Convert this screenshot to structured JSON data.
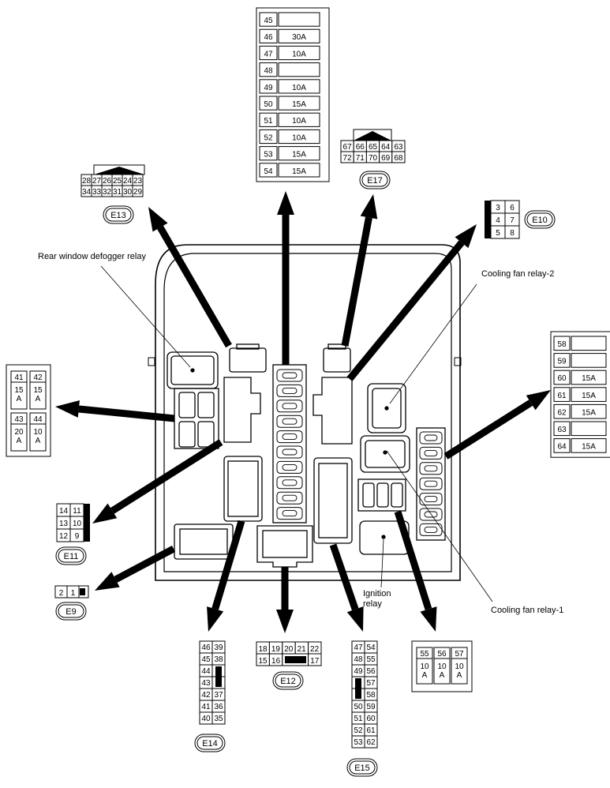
{
  "labels": {
    "rear_defogger": "Rear window defogger relay",
    "cooling_fan_2": "Cooling fan relay-2",
    "cooling_fan_1": "Cooling fan relay-1",
    "ignition_1": "Ignition",
    "ignition_2": "relay"
  },
  "connectors": {
    "e9": "E9",
    "e10": "E10",
    "e11": "E11",
    "e12": "E12",
    "e13": "E13",
    "e14": "E14",
    "e15": "E15",
    "e17": "E17"
  },
  "fuse_block_45_54": [
    {
      "no": "45",
      "amp": ""
    },
    {
      "no": "46",
      "amp": "30A"
    },
    {
      "no": "47",
      "amp": "10A"
    },
    {
      "no": "48",
      "amp": ""
    },
    {
      "no": "49",
      "amp": "10A"
    },
    {
      "no": "50",
      "amp": "15A"
    },
    {
      "no": "51",
      "amp": "10A"
    },
    {
      "no": "52",
      "amp": "10A"
    },
    {
      "no": "53",
      "amp": "15A"
    },
    {
      "no": "54",
      "amp": "15A"
    }
  ],
  "fuse_block_58_64": [
    {
      "no": "58",
      "amp": ""
    },
    {
      "no": "59",
      "amp": ""
    },
    {
      "no": "60",
      "amp": "15A"
    },
    {
      "no": "61",
      "amp": "15A"
    },
    {
      "no": "62",
      "amp": "15A"
    },
    {
      "no": "63",
      "amp": ""
    },
    {
      "no": "64",
      "amp": "15A"
    }
  ],
  "fusible_links_left": [
    {
      "no": "41",
      "amp": "15\nA"
    },
    {
      "no": "42",
      "amp": "15\nA"
    },
    {
      "no": "43",
      "amp": "20\nA"
    },
    {
      "no": "44",
      "amp": "10\nA"
    }
  ],
  "fusible_links_bottom": [
    {
      "no": "55",
      "amp": "10\nA"
    },
    {
      "no": "56",
      "amp": "10\nA"
    },
    {
      "no": "57",
      "amp": "10\nA"
    }
  ],
  "e13_pins": {
    "top": [
      "28",
      "27",
      "26",
      "25",
      "24",
      "23"
    ],
    "bottom": [
      "34",
      "33",
      "32",
      "31",
      "30",
      "29"
    ]
  },
  "e17_pins": {
    "top": [
      "67",
      "66",
      "65",
      "64",
      "63"
    ],
    "bottom": [
      "72",
      "71",
      "70",
      "69",
      "68"
    ]
  },
  "e10_pins": [
    [
      "3",
      "6"
    ],
    [
      "4",
      "7"
    ],
    [
      "5",
      "8"
    ]
  ],
  "e11_pins": [
    [
      "14",
      "11"
    ],
    [
      "13",
      "10"
    ],
    [
      "12",
      "9"
    ]
  ],
  "e9_pins": [
    "2",
    "1"
  ],
  "e12_pins": {
    "top": [
      "18",
      "19",
      "20",
      "21",
      "22"
    ],
    "bottom": [
      "15",
      "16",
      "17"
    ]
  },
  "e14_pins": [
    [
      "46",
      "39"
    ],
    [
      "45",
      "38"
    ],
    [
      "44",
      ""
    ],
    [
      "43",
      ""
    ],
    [
      "42",
      "37"
    ],
    [
      "41",
      "36"
    ],
    [
      "40",
      "35"
    ]
  ],
  "e15_pins": [
    [
      "47",
      "54"
    ],
    [
      "48",
      "55"
    ],
    [
      "49",
      "56"
    ],
    [
      "",
      "57"
    ],
    [
      "",
      "58"
    ],
    [
      "50",
      "59"
    ],
    [
      "51",
      "60"
    ],
    [
      "52",
      "61"
    ],
    [
      "53",
      "62"
    ]
  ]
}
